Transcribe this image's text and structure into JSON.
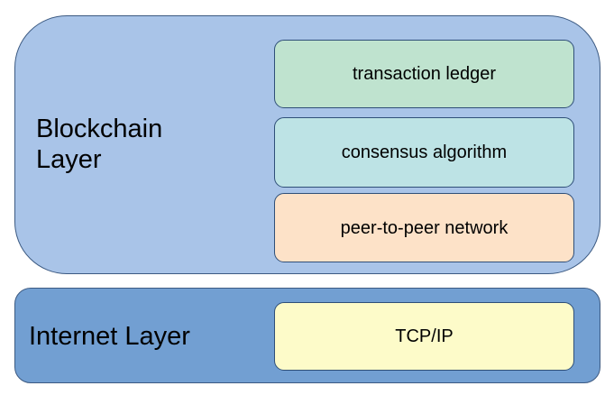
{
  "colors": {
    "blockchain_layer_fill": "#a9c4e8",
    "internet_layer_fill": "#729fd2",
    "outline": "#3c5a82"
  },
  "blockchain_layer": {
    "title": "Blockchain\nLayer",
    "components": [
      {
        "label": "transaction ledger",
        "color": "#bfe3cf"
      },
      {
        "label": "consensus algorithm",
        "color": "#bde3e5"
      },
      {
        "label": "peer-to-peer network",
        "color": "#fde2c8"
      }
    ]
  },
  "internet_layer": {
    "title": "Internet Layer",
    "components": [
      {
        "label": "TCP/IP",
        "color": "#fdfbc9"
      }
    ]
  }
}
